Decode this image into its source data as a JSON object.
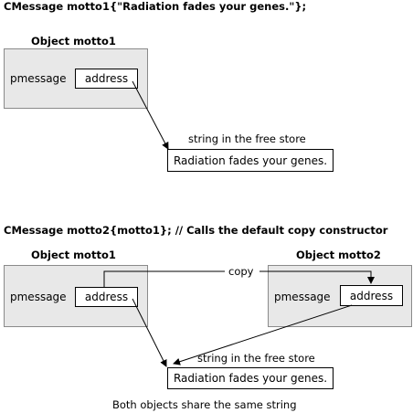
{
  "code_line_1": "CMessage motto1{\"Radiation fades your genes.\"};",
  "code_line_2": "CMessage motto2{motto1}; // Calls the default copy constructor",
  "diagram1": {
    "object_title": "Object motto1",
    "member_label": "pmessage",
    "pointer_value": "address",
    "store_label": "string in the free store",
    "string_value": "Radiation fades your genes."
  },
  "diagram2": {
    "object1_title": "Object motto1",
    "object1_member": "pmessage",
    "object1_pointer": "address",
    "object2_title": "Object motto2",
    "object2_member": "pmessage",
    "object2_pointer": "address",
    "copy_label": "copy",
    "store_label": "string in the free store",
    "string_value": "Radiation fades your genes.",
    "footer": "Both objects share the same string"
  }
}
